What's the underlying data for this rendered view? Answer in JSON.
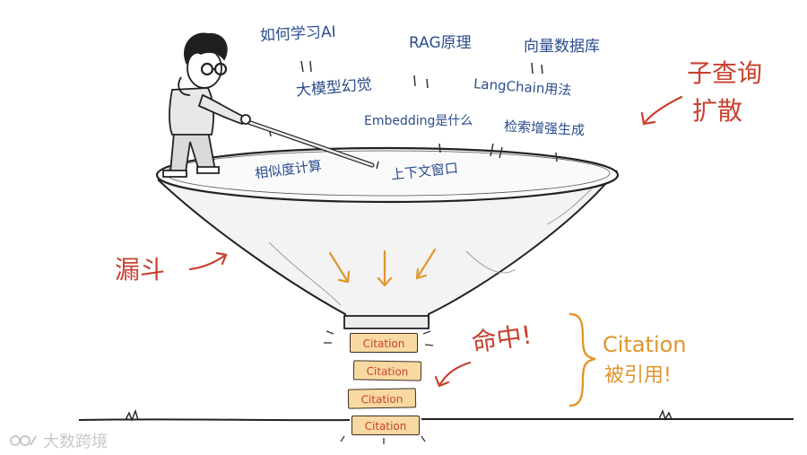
{
  "queries": [
    "如何学习AI",
    "RAG原理",
    "向量数据库",
    "大模型幻觉",
    "LangChain用法",
    "Embedding是什么",
    "检索增强生成",
    "相似度计算",
    "上下文窗口"
  ],
  "labels": {
    "subquery_line1": "子查询",
    "subquery_line2": "扩散",
    "funnel": "漏斗",
    "hit": "命中!",
    "citation_en": "Citation",
    "citation_cn": "被引用!"
  },
  "citations": [
    "Citation",
    "Citation",
    "Citation",
    "Citation"
  ],
  "watermark": "大数跨境",
  "colors": {
    "query_text": "#2b4c8c",
    "annotation_red": "#c9412f",
    "annotation_orange": "#e0962c",
    "plaque_fill": "#f8d9a2",
    "hair": "#1f1f1f",
    "hoodie": "#e8e8e8",
    "pants": "#d9d9d9"
  }
}
